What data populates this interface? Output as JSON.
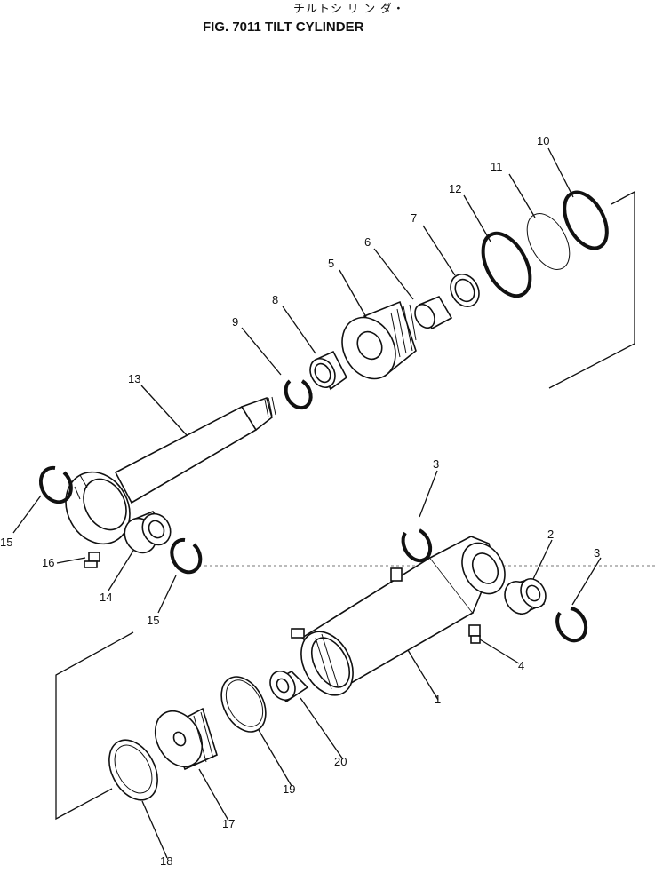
{
  "header": {
    "subtitle_jp": "チルトシ リ ン ダ・",
    "title": "FIG. 7011  TILT CYLINDER"
  },
  "callouts": {
    "p1": "1",
    "p2": "2",
    "p3a": "3",
    "p3b": "3",
    "p4": "4",
    "p5": "5",
    "p6": "6",
    "p7": "7",
    "p8": "8",
    "p9": "9",
    "p10": "10",
    "p11": "11",
    "p12": "12",
    "p13": "13",
    "p14": "14",
    "p15a": "15",
    "p15b": "15",
    "p16": "16",
    "p17": "17",
    "p18": "18",
    "p19": "19",
    "p20": "20"
  }
}
